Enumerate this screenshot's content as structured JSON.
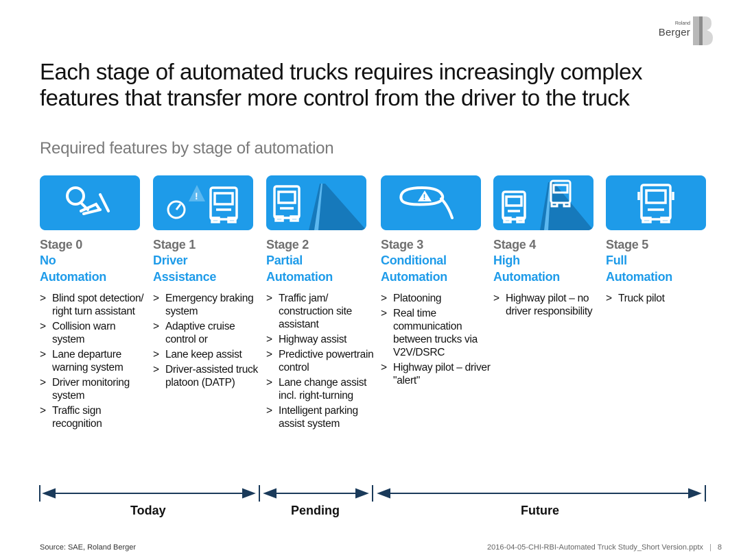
{
  "logo": {
    "small": "Roland",
    "big": "Berger"
  },
  "title_line1": "Each stage of automated trucks requires increasingly complex",
  "title_line2": "features that transfer more control from the driver to the truck",
  "subtitle": "Required features by stage of automation",
  "accent_color": "#1e9be9",
  "stages": [
    {
      "num": "Stage 0",
      "name1": "No",
      "name2": "Automation",
      "icon": "steering-wheel-icon",
      "features": [
        "Blind spot detection/ right turn assistant",
        "Collision warn system",
        "Lane departure warning system",
        "Driver monitoring system",
        "Traffic sign recognition"
      ]
    },
    {
      "num": "Stage 1",
      "name1": "Driver",
      "name2": "Assistance",
      "icon": "dashboard-warning-truck-icon",
      "features": [
        "Emergency braking system",
        "Adaptive cruise control or",
        "Lane keep assist",
        "Driver-assisted truck platoon (DATP)"
      ]
    },
    {
      "num": "Stage 2",
      "name1": "Partial",
      "name2": "Automation",
      "icon": "truck-on-road-icon",
      "features": [
        "Traffic jam/ construction site assistant",
        "Highway assist",
        "Predictive powertrain control",
        "Lane change assist incl. right-turning",
        "Intelligent parking assist system"
      ]
    },
    {
      "num": "Stage 3",
      "name1": "Conditional",
      "name2": "Automation",
      "icon": "side-mirror-warning-icon",
      "features": [
        "Platooning",
        "Real time communication between trucks via V2V/DSRC",
        "Highway pilot – driver \"alert\""
      ]
    },
    {
      "num": "Stage 4",
      "name1": "High",
      "name2": "Automation",
      "icon": "trucks-platoon-road-icon",
      "features": [
        "Highway pilot – no driver responsibility"
      ]
    },
    {
      "num": "Stage 5",
      "name1": "Full",
      "name2": "Automation",
      "icon": "truck-icon",
      "features": [
        "Truck pilot"
      ]
    }
  ],
  "timeline": {
    "today": "Today",
    "pending": "Pending",
    "future": "Future"
  },
  "footer": {
    "source": "Source: SAE, Roland Berger",
    "file": "2016-04-05-CHI-RBI-Automated Truck Study_Short Version.pptx",
    "page": "8"
  }
}
